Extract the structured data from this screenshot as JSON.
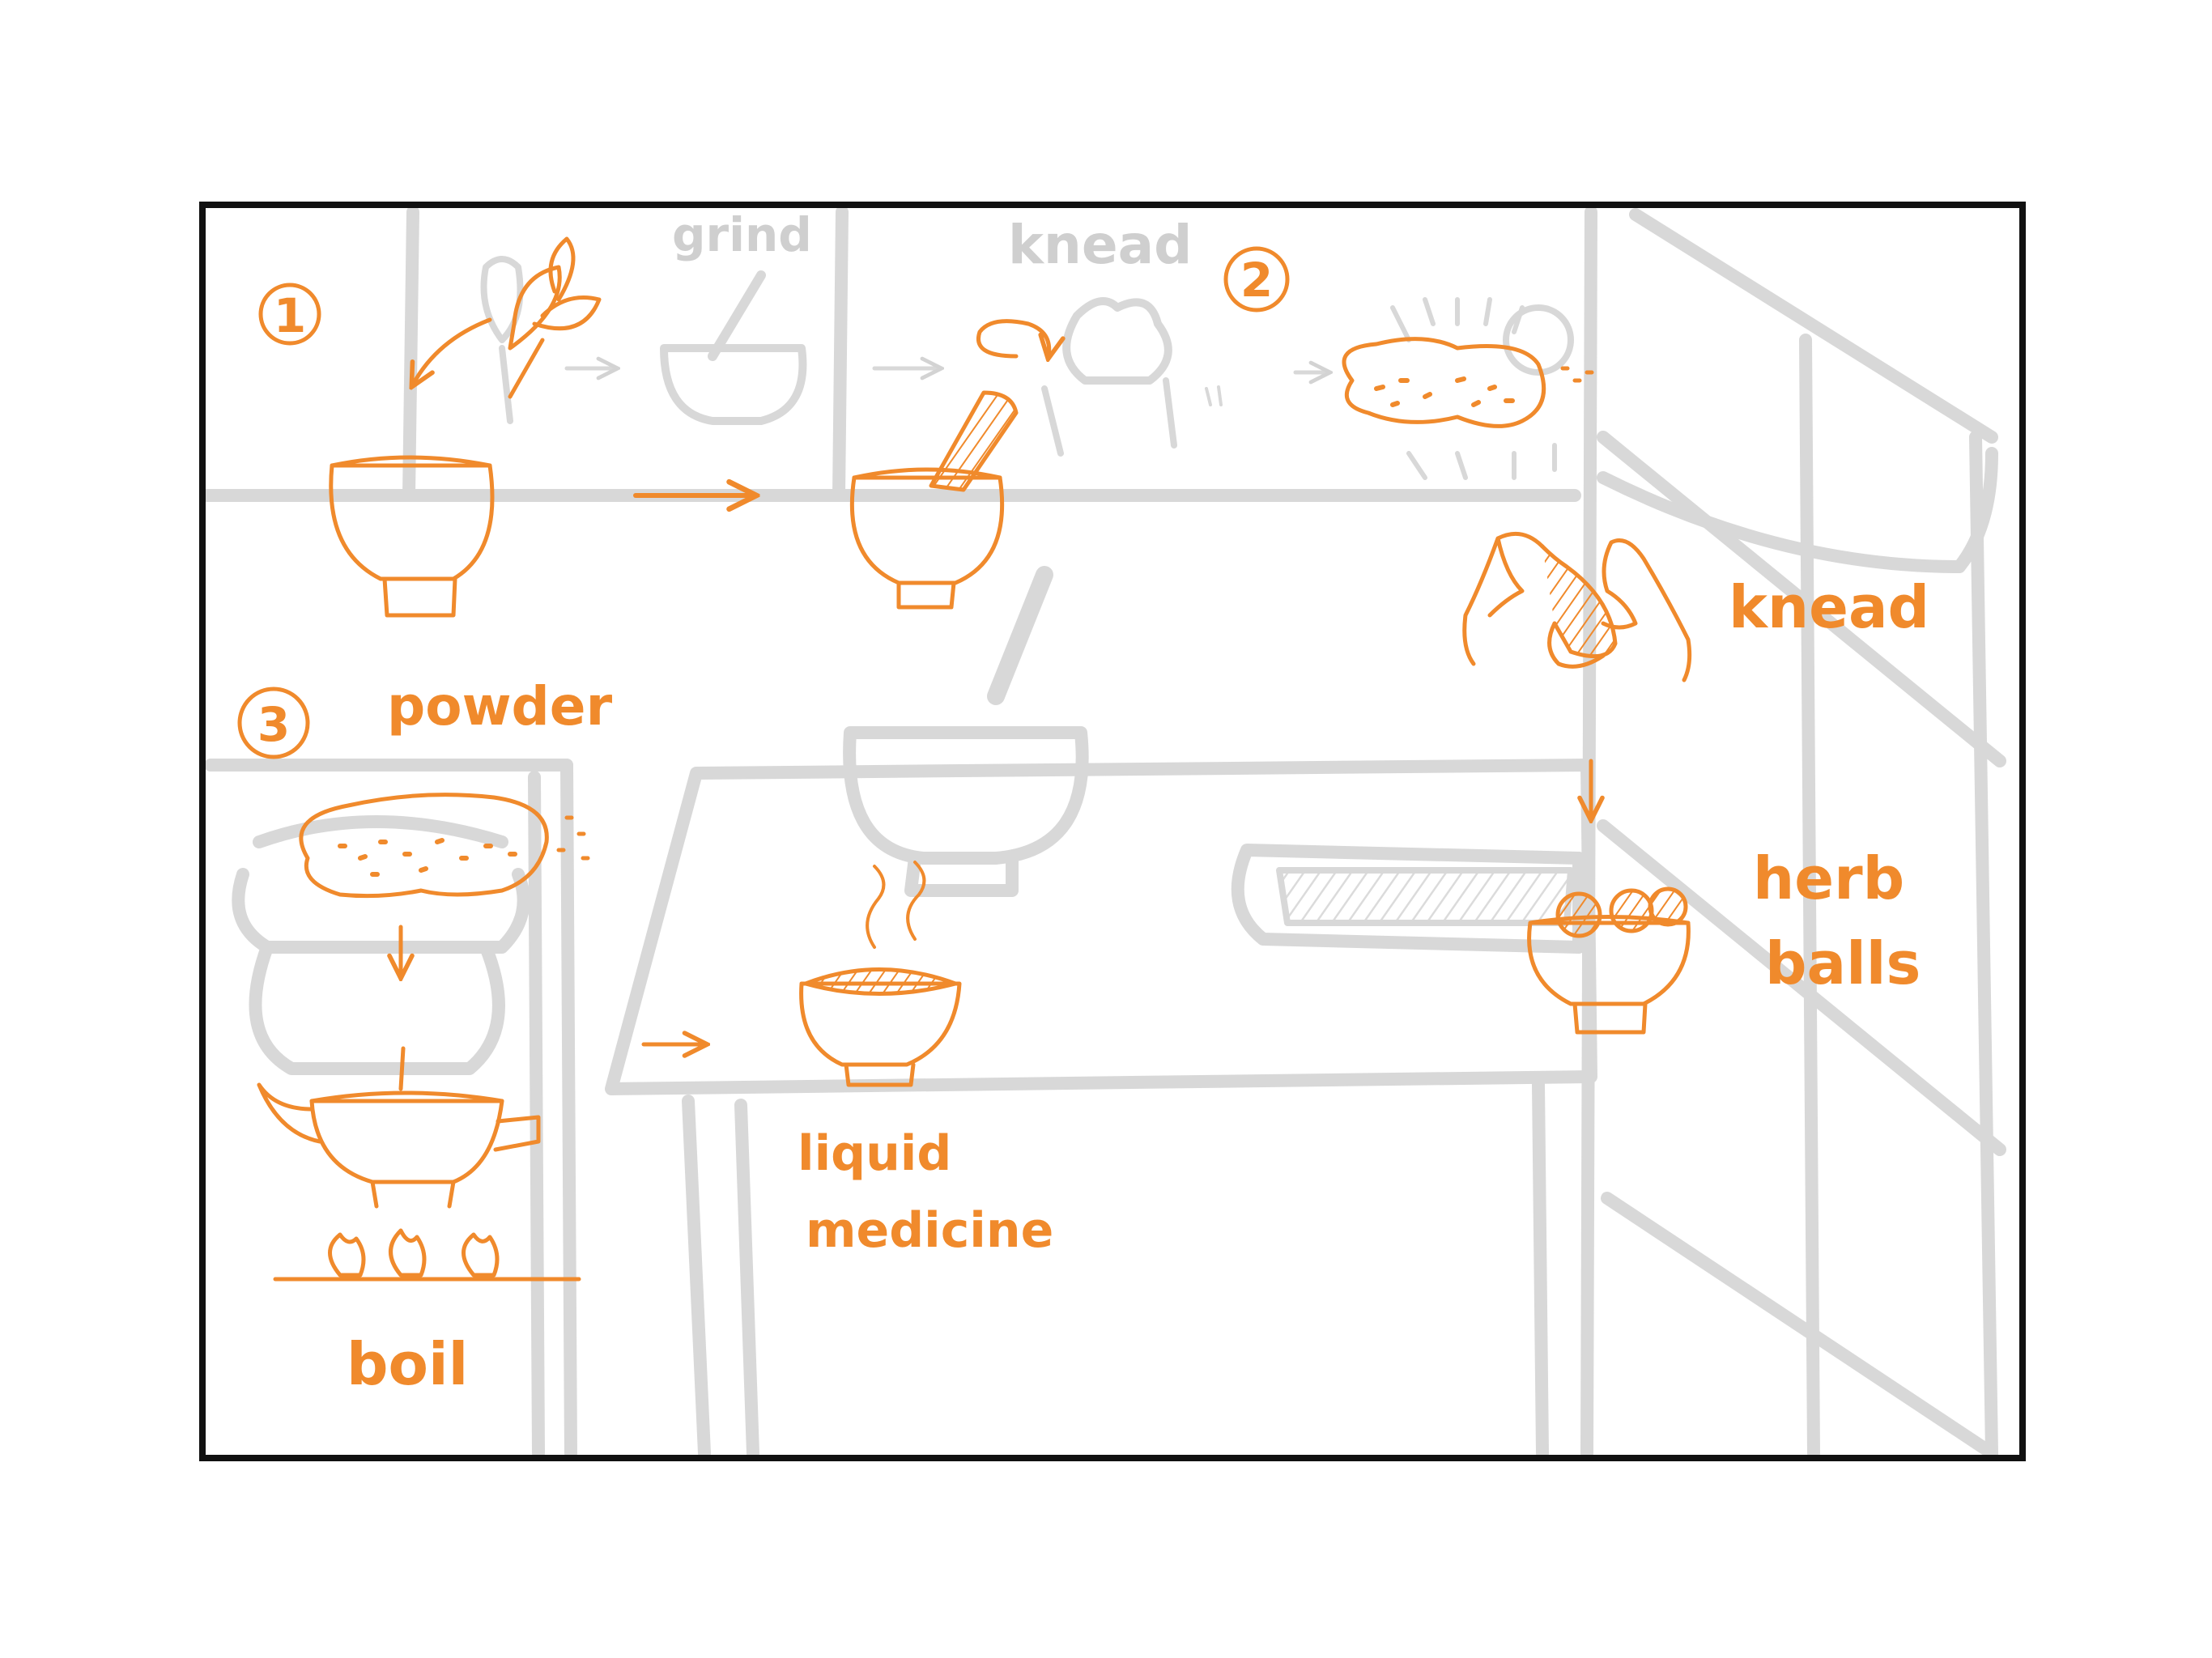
{
  "colors": {
    "ink": "#f08a2c",
    "ghost": "#d4d4d4",
    "ghost_text": "#cfcfcf",
    "frame": "#111111",
    "background": "#ffffff"
  },
  "steps": {
    "step1": "1",
    "step2": "2",
    "step3": "3"
  },
  "labels": {
    "powder": "powder",
    "knead": "knead",
    "herb_balls_line1": "herb",
    "herb_balls_line2": "balls",
    "liquid_medicine_line1": "liquid",
    "liquid_medicine_line2": "medicine",
    "boil": "boil"
  },
  "ghost_labels": {
    "grind": "grind",
    "knead": "knead"
  }
}
